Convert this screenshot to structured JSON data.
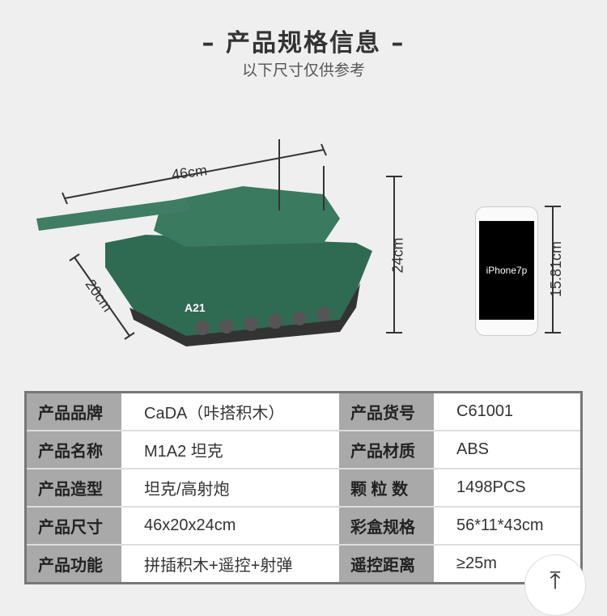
{
  "header": {
    "title": "– 产品规格信息 –",
    "subtitle": "以下尺寸仅供参考"
  },
  "dimensions": {
    "length": "46cm",
    "width": "20cm",
    "height": "24cm",
    "phone_height": "15.81cm",
    "phone_label": "iPhone7p",
    "tank_marking": "A21"
  },
  "specs": [
    {
      "label1": "产品品牌",
      "value1": "CaDA（咔搭积木）",
      "label2": "产品货号",
      "value2": "C61001"
    },
    {
      "label1": "产品名称",
      "value1": "M1A2 坦克",
      "label2": "产品材质",
      "value2": "ABS"
    },
    {
      "label1": "产品造型",
      "value1": "坦克/高射炮",
      "label2": "颗 粒 数",
      "value2": "1498PCS"
    },
    {
      "label1": "产品尺寸",
      "value1": "46x20x24cm",
      "label2": "彩盒规格",
      "value2": "56*11*43cm"
    },
    {
      "label1": "产品功能",
      "value1": "拼插积木+遥控+射弹",
      "label2": "遥控距离",
      "value2": "≥25m"
    }
  ],
  "back_to_top": "⤒"
}
